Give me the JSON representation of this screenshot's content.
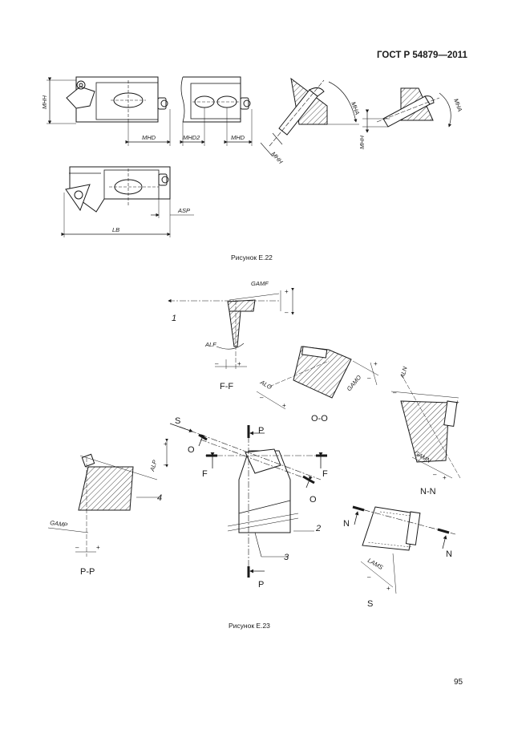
{
  "header": {
    "standard": "ГОСТ Р 54879—2011"
  },
  "figures": [
    {
      "caption": "Рисунок Е.22",
      "dimensions": [
        "MHH",
        "MHD",
        "MHD2",
        "MHD",
        "MHA",
        "MHH",
        "MHA",
        "MHH",
        "ASP",
        "LB"
      ]
    },
    {
      "caption": "Рисунок Е.23",
      "angles": [
        "GAMF",
        "ALF",
        "ALO",
        "GAMO",
        "ALN",
        "GAMN",
        "ALP",
        "GAMP",
        "LAMS"
      ],
      "sections": [
        "F-F",
        "O-O",
        "N-N",
        "P-P"
      ],
      "section_marks": [
        "S",
        "O",
        "F",
        "P",
        "F",
        "O",
        "P",
        "N",
        "N",
        "S"
      ],
      "callouts": [
        "1",
        "2",
        "3",
        "4"
      ],
      "signs": {
        "plus": "+",
        "minus": "–"
      }
    }
  ],
  "page_number": "95"
}
